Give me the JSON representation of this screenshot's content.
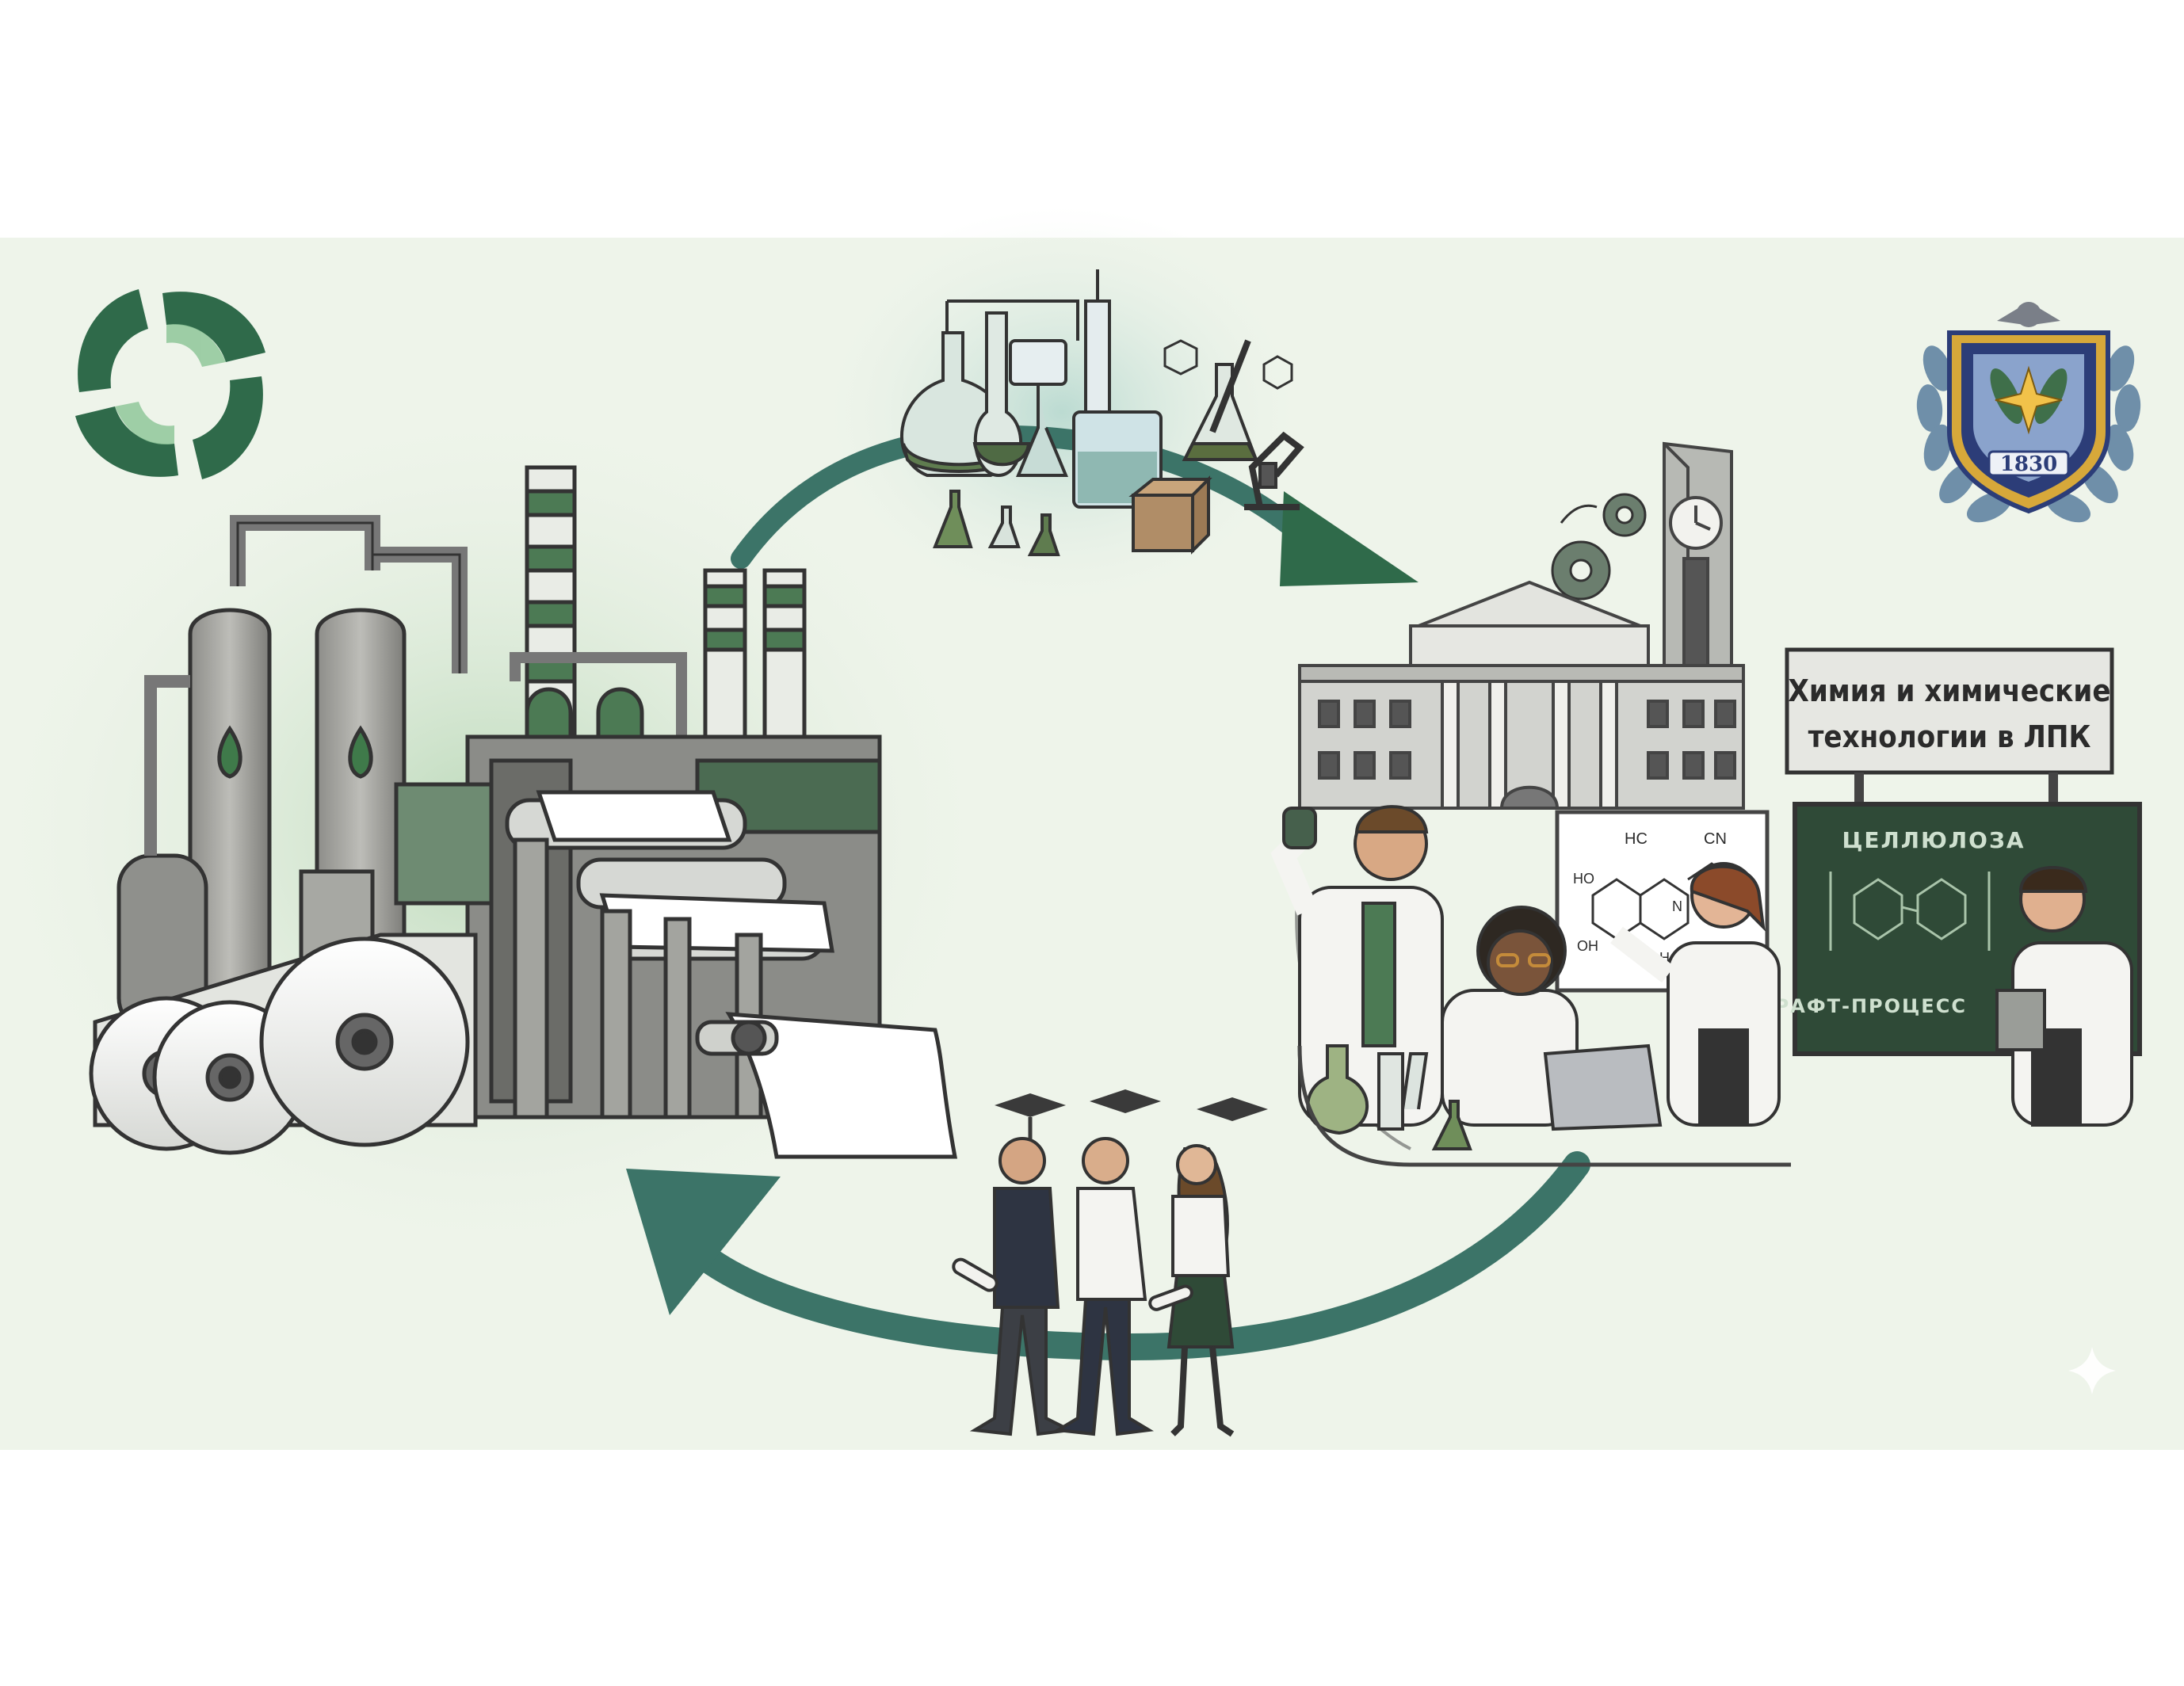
{
  "panel_background": "#eef4ea",
  "palette": {
    "accent_green": "#2f6a4a",
    "arrow_teal": "#3c7468",
    "machine_grey": "#9c9c98",
    "dark_outline": "#333333",
    "paper_white": "#ffffff",
    "board_green": "#2f4a37",
    "seal_blue": "#2c3d78",
    "seal_gold": "#d7a83a"
  },
  "icons": {
    "top_left_logo": "eco-cycle-logo-icon",
    "top_right_emblem": "university-crest-icon",
    "sparkle": "sparkle-icon"
  },
  "university": {
    "sign_line_1": "Химия и химические",
    "sign_line_2": "технологии в ЛПК",
    "crest_year": "1830"
  },
  "chalkboard": {
    "title": "ЦЕЛЛЮЛОЗА",
    "caption": "КРАФТ-ПРОЦЕСС"
  },
  "whiteboard_labels": [
    "HC",
    "CN",
    "HO",
    "OH",
    "N",
    "CN",
    "OH"
  ]
}
